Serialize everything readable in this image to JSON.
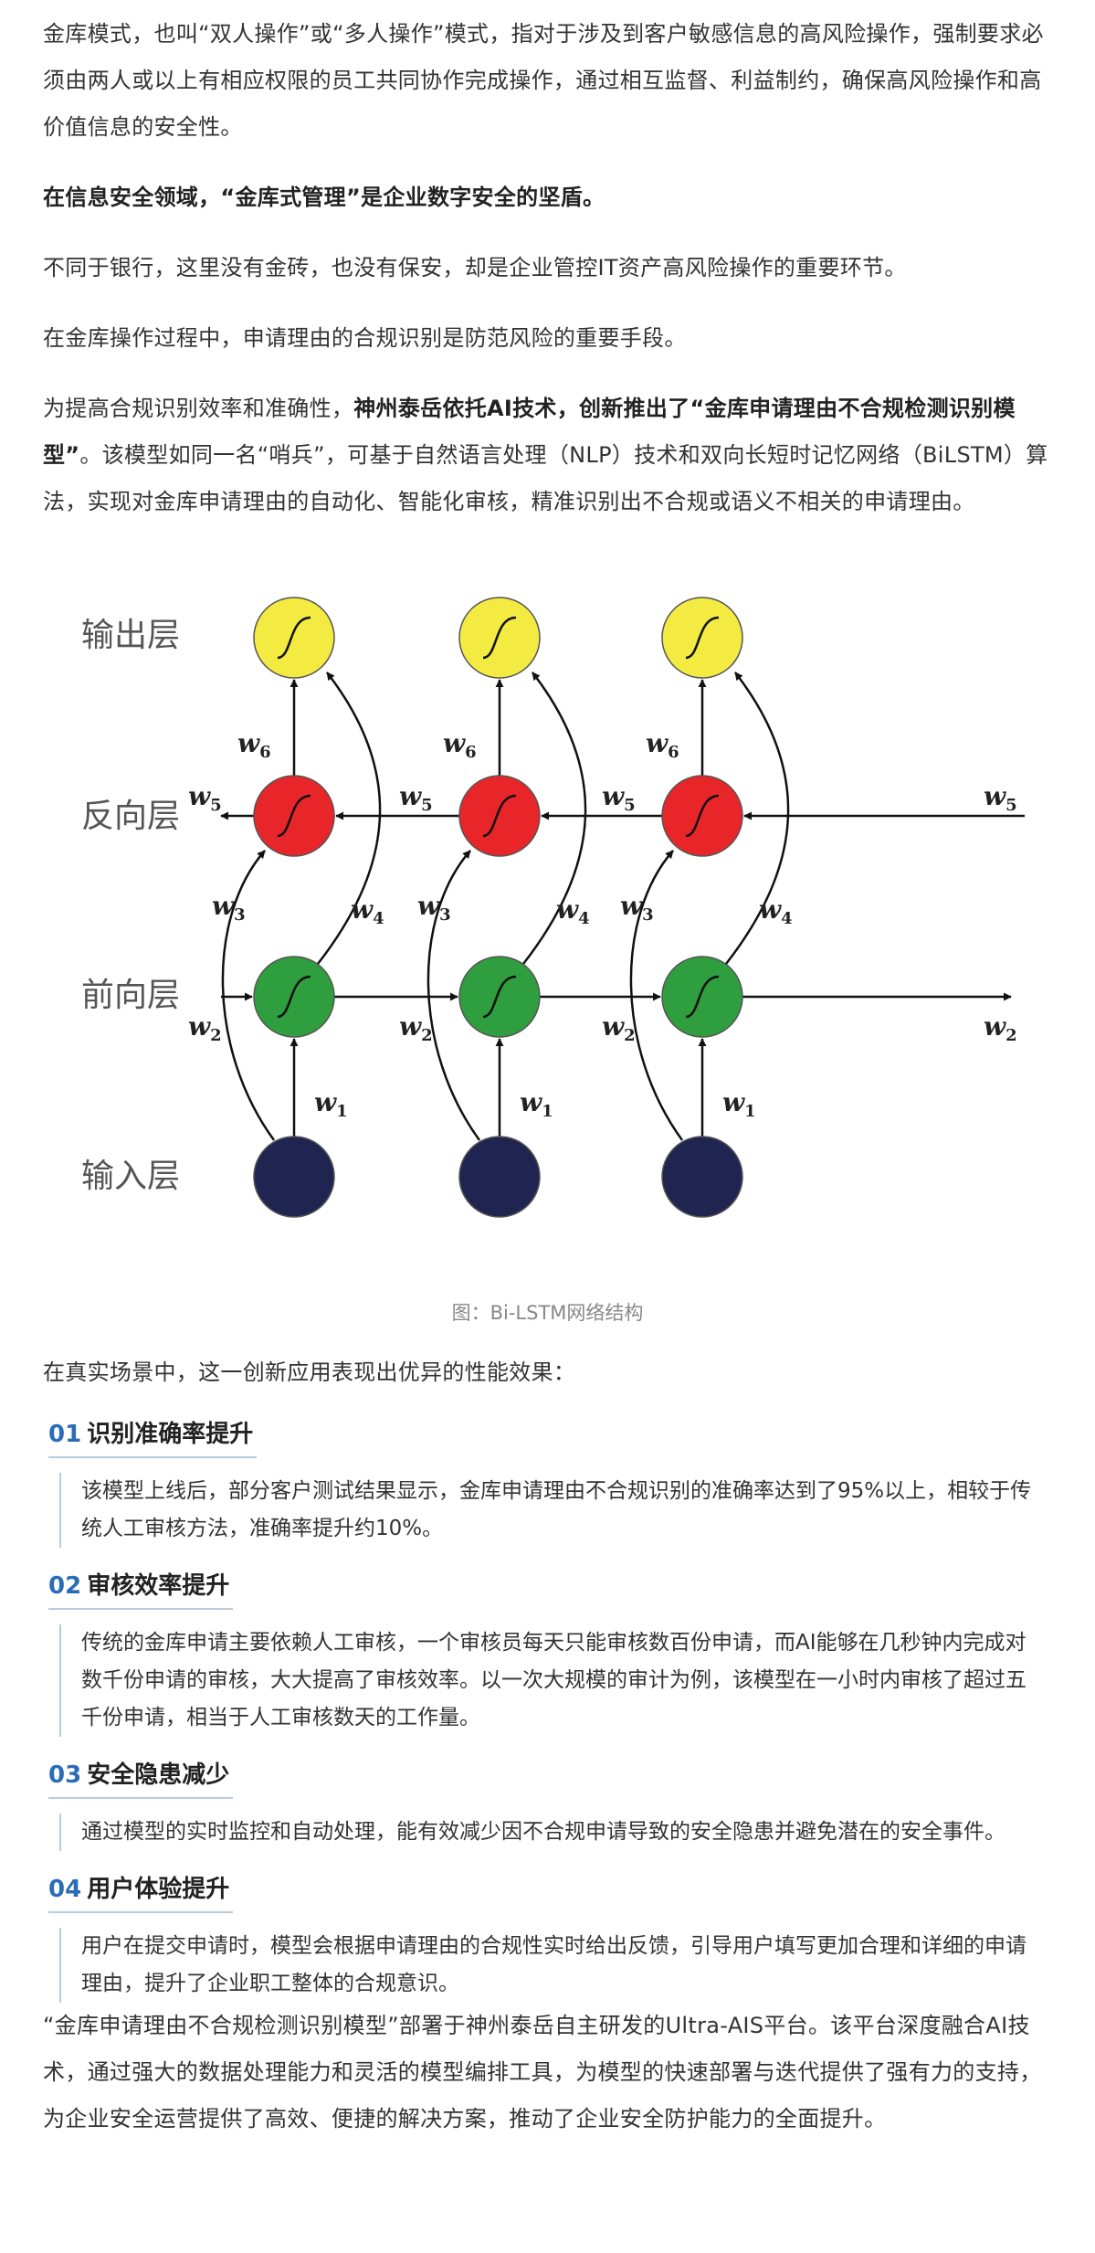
{
  "paragraphs": {
    "p1": "金库模式，也叫“双人操作”或“多人操作”模式，指对于涉及到客户敏感信息的高风险操作，强制要求必须由两人或以上有相应权限的员工共同协作完成操作，通过相互监督、利益制约，确保高风险操作和高价值信息的安全性。",
    "p2": "在信息安全领域，“金库式管理”是企业数字安全的坚盾。",
    "p3": "不同于银行，这里没有金砖，也没有保安，却是企业管控IT资产高风险操作的重要环节。",
    "p4": "在金库操作过程中，申请理由的合规识别是防范风险的重要手段。",
    "p5a": "为提高合规识别效率和准确性，",
    "p5b": "神州泰岳依托AI技术，创新推出了“金库申请理由不合规检测识别模型”",
    "p5c": "。该模型如同一名“哨兵”，可基于自然语言处理（NLP）技术和双向长短时记忆网络（BiLSTM）算法，实现对金库申请理由的自动化、智能化审核，精准识别出不合规或语义不相关的申请理由。",
    "p6": "在真实场景中，这一创新应用表现出优异的性能效果：",
    "p7": "“金库申请理由不合规检测识别模型”部署于神州泰岳自主研发的Ultra-AIS平台。该平台深度融合AI技术，通过强大的数据处理能力和灵活的模型编排工具，为模型的快速部署与迭代提供了强有力的支持，为企业安全运营提供了高效、便捷的解决方案，推动了企业安全防护能力的全面提升。"
  },
  "figure": {
    "layers": {
      "output": "输出层",
      "backward": "反向层",
      "forward": "前向层",
      "input": "输入层"
    },
    "weights": {
      "w1": "w",
      "w2": "w",
      "w3": "w",
      "w4": "w",
      "w5": "w",
      "w6": "w"
    },
    "subs": {
      "w1": "1",
      "w2": "2",
      "w3": "3",
      "w4": "4",
      "w5": "5",
      "w6": "6"
    },
    "colors": {
      "output": "#f3ea42",
      "backward": "#e8262a",
      "forward": "#2f9e3e",
      "input": "#1f2450"
    },
    "caption": "图：Bi-LSTM网络结构"
  },
  "sections": [
    {
      "num": "01",
      "title": "识别准确率提升",
      "body": "该模型上线后，部分客户测试结果显示，金库申请理由不合规识别的准确率达到了95%以上，相较于传统人工审核方法，准确率提升约10%。"
    },
    {
      "num": "02",
      "title": "审核效率提升",
      "body": "传统的金库申请主要依赖人工审核，一个审核员每天只能审核数百份申请，而AI能够在几秒钟内完成对数千份申请的审核，大大提高了审核效率。以一次大规模的审计为例，该模型在一小时内审核了超过五千份申请，相当于人工审核数天的工作量。"
    },
    {
      "num": "03",
      "title": "安全隐患减少",
      "body": "通过模型的实时监控和自动处理，能有效减少因不合规申请导致的安全隐患并避免潜在的安全事件。"
    },
    {
      "num": "04",
      "title": "用户体验提升",
      "body": "用户在提交申请时，模型会根据申请理由的合规性实时给出反馈，引导用户填写更加合理和详细的申请理由，提升了企业职工整体的合规意识。"
    }
  ]
}
